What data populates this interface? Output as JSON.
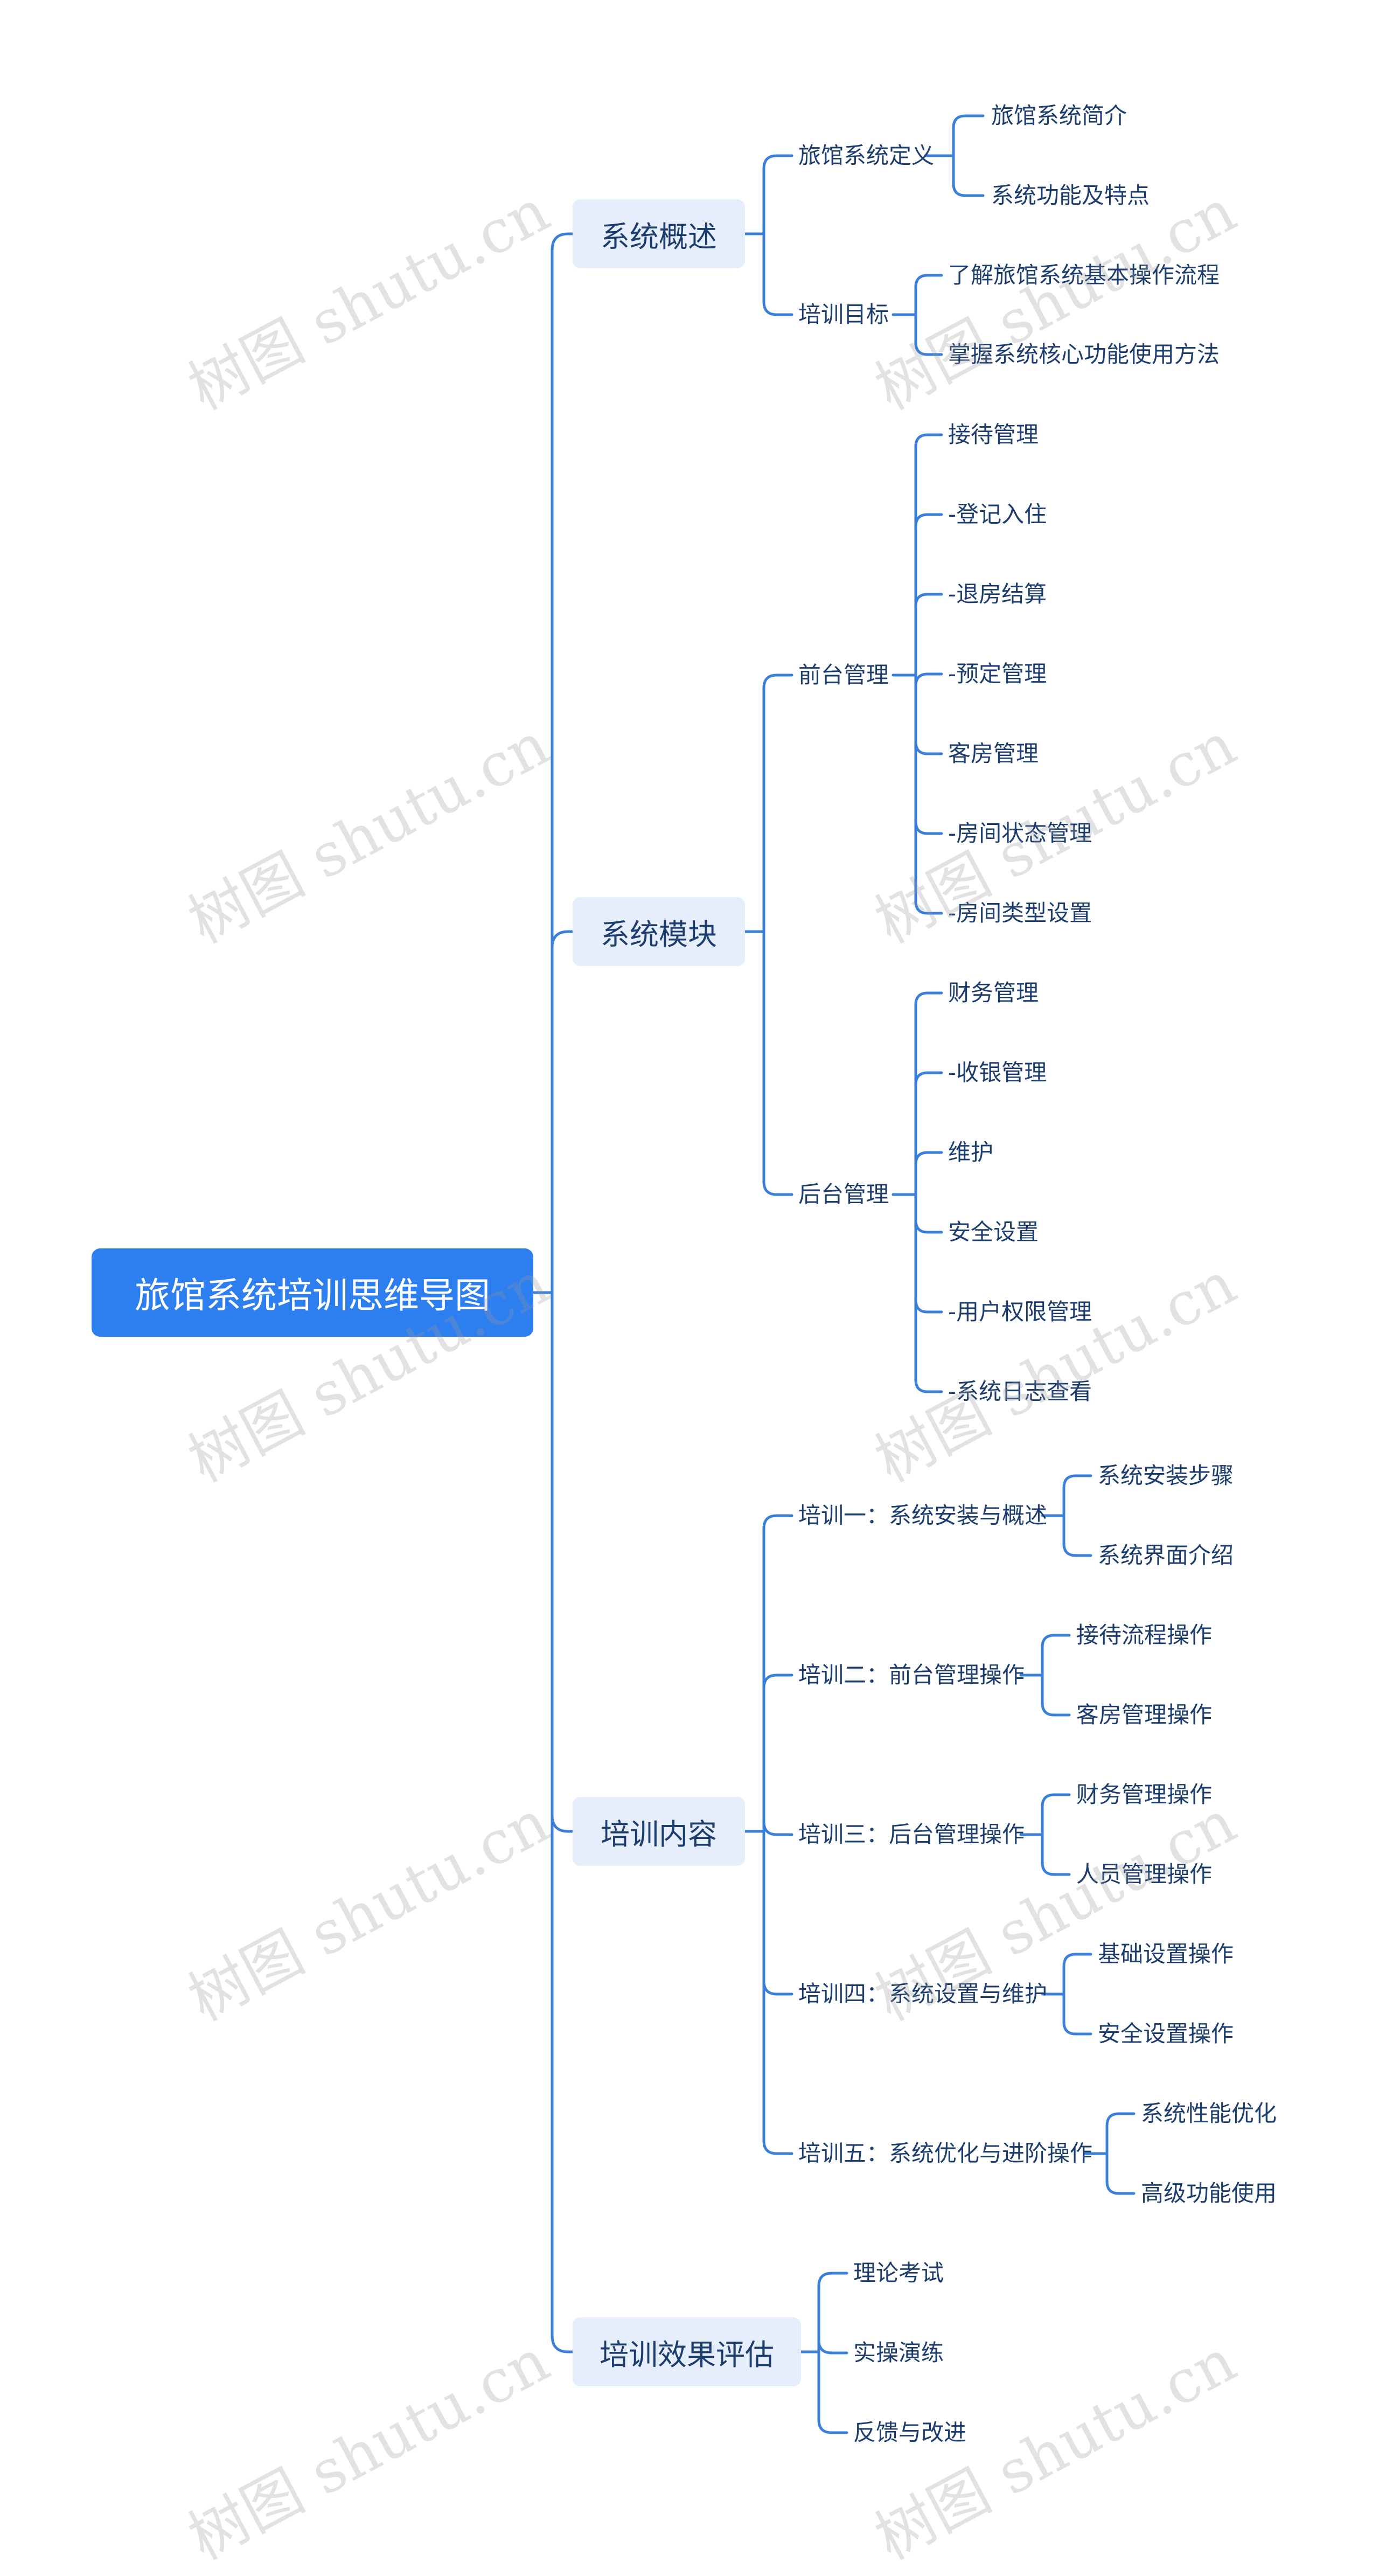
{
  "root": "旅馆系统培训思维导图",
  "watermark": "树图 shutu.cn",
  "colors": {
    "line": "#3a7fd9",
    "root_bg": "#2d7ff0",
    "branch_bg": "#e6eefb",
    "text": "#1c3d6e"
  },
  "branches": [
    {
      "label": "系统概述",
      "children": [
        {
          "label": "旅馆系统定义",
          "children": [
            "旅馆系统简介",
            "系统功能及特点"
          ]
        },
        {
          "label": "培训目标",
          "children": [
            "了解旅馆系统基本操作流程",
            "掌握系统核心功能使用方法"
          ]
        }
      ]
    },
    {
      "label": "系统模块",
      "children": [
        {
          "label": "前台管理",
          "children": [
            "接待管理",
            "-登记入住",
            "-退房结算",
            "-预定管理",
            "客房管理",
            "-房间状态管理",
            "-房间类型设置"
          ]
        },
        {
          "label": "后台管理",
          "children": [
            "财务管理",
            "-收银管理",
            "维护",
            "安全设置",
            "-用户权限管理",
            "-系统日志查看"
          ]
        }
      ]
    },
    {
      "label": "培训内容",
      "children": [
        {
          "label": "培训一：系统安装与概述",
          "children": [
            "系统安装步骤",
            "系统界面介绍"
          ]
        },
        {
          "label": "培训二：前台管理操作",
          "children": [
            "接待流程操作",
            "客房管理操作"
          ]
        },
        {
          "label": "培训三：后台管理操作",
          "children": [
            "财务管理操作",
            "人员管理操作"
          ]
        },
        {
          "label": "培训四：系统设置与维护",
          "children": [
            "基础设置操作",
            "安全设置操作"
          ]
        },
        {
          "label": "培训五：系统优化与进阶操作",
          "children": [
            "系统性能优化",
            "高级功能使用"
          ]
        }
      ]
    },
    {
      "label": "培训效果评估",
      "children": [
        "理论考试",
        "实操演练",
        "反馈与改进"
      ]
    }
  ]
}
